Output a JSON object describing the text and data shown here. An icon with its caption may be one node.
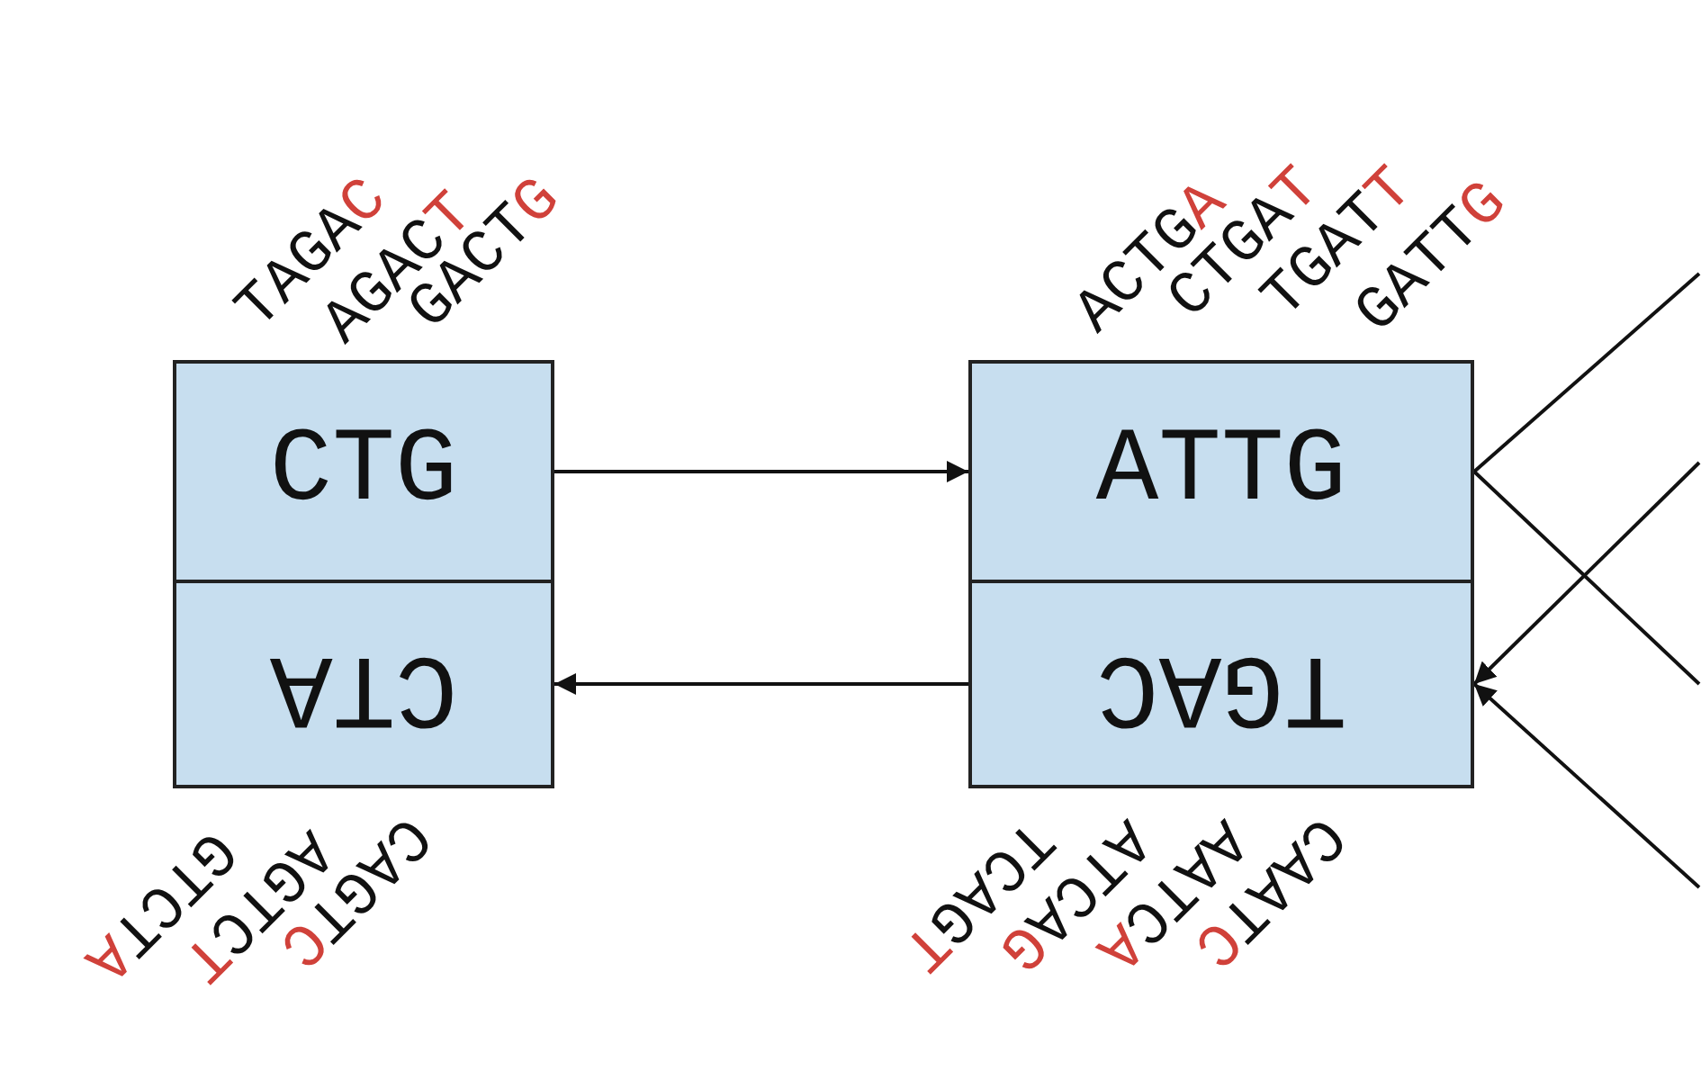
{
  "diagram": {
    "nodes": [
      {
        "text": [
          "CTG"
        ],
        "beside": [
          "TAGAC",
          "AGACT",
          "GACTG"
        ]
      },
      {
        "text": [
          "CTA"
        ],
        "beside": [
          "CAGTC",
          "AGTCT",
          "GTCTA"
        ]
      },
      {
        "text": [
          "ATTG"
        ],
        "beside": [
          "ACTGA",
          "CTGAT",
          "TGATT",
          "GATTG"
        ]
      },
      {
        "text": [
          "TGAC"
        ],
        "beside": [
          "CAATC",
          "AATCA",
          "ATCAG",
          "TCAGT"
        ]
      }
    ],
    "edges": [
      {
        "from": 0,
        "to": 2,
        "arrow": "to"
      },
      {
        "from": 3,
        "to": 1,
        "arrow": "to"
      },
      {
        "from": 2,
        "to": null,
        "arrow": "none"
      },
      {
        "from": 2,
        "to": null,
        "arrow": "none"
      },
      {
        "from": null,
        "to": 3,
        "arrow": "to"
      },
      {
        "from": null,
        "to": 3,
        "arrow": "to"
      }
    ]
  }
}
